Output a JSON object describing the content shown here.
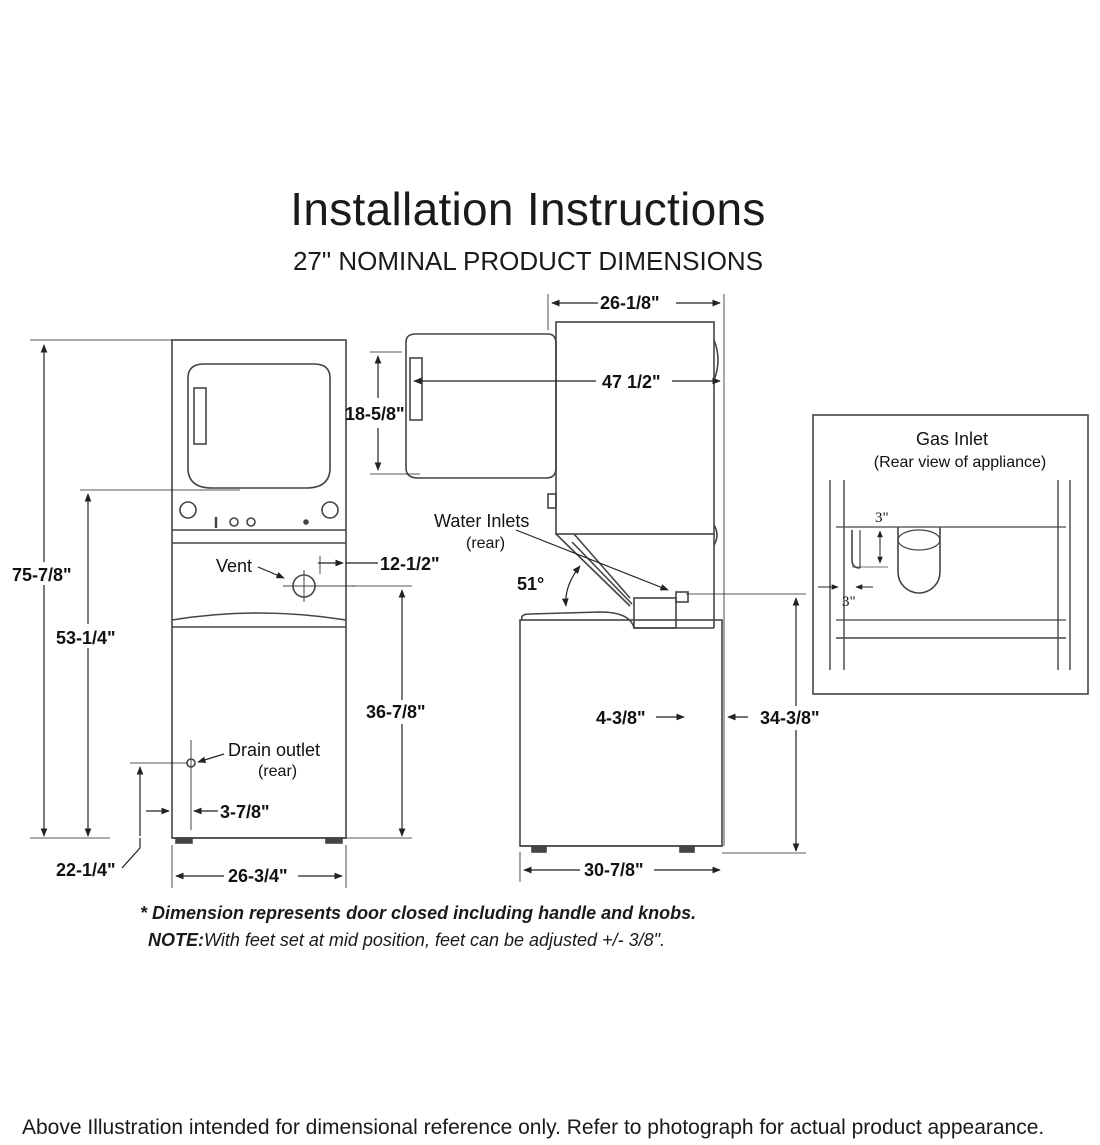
{
  "header": {
    "title": "Installation Instructions",
    "subtitle": "27\" NOMINAL PRODUCT DIMENSIONS"
  },
  "front_view": {
    "total_height": "75-7/8\"",
    "top_unit_height": "53-1/4\"",
    "vent_label": "Vent",
    "vent_offset": "12-1/2\"",
    "vent_height": "36-7/8\"",
    "drain_label": "Drain outlet",
    "drain_sub": "(rear)",
    "drain_offset": "3-7/8\"",
    "drain_height": "22-1/4\"",
    "width": "26-3/4\""
  },
  "side_view": {
    "top_depth": "26-1/8\"",
    "door_open_depth": "47 1/2\"",
    "door_height": "18-5/8\"",
    "water_inlets_label": "Water Inlets",
    "water_inlets_sub": "(rear)",
    "lid_angle": "51°",
    "inlet_offset": "4-3/8\"",
    "inlet_height": "34-3/8\"",
    "base_depth": "30-7/8\""
  },
  "gas_inlet": {
    "title": "Gas Inlet",
    "subtitle": "(Rear view of appliance)",
    "vertical": "3\"",
    "horizontal": "3\""
  },
  "notes": {
    "note1": "* Dimension represents door closed including handle and knobs.",
    "note2_label": "NOTE:",
    "note2_text": "With feet set at mid position, feet can be adjusted +/- 3/8\"."
  },
  "footer": "Above Illustration intended for dimensional reference only. Refer to photograph for actual product appearance."
}
